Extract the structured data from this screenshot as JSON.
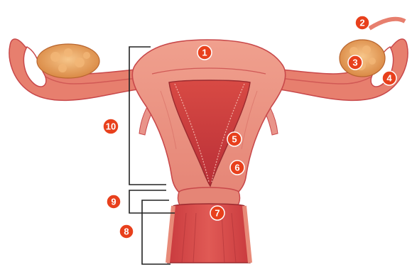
{
  "diagram": {
    "markers": [
      {
        "id": "m1",
        "label": "1"
      },
      {
        "id": "m2",
        "label": "2"
      },
      {
        "id": "m3",
        "label": "3"
      },
      {
        "id": "m4",
        "label": "4"
      },
      {
        "id": "m5",
        "label": "5"
      },
      {
        "id": "m6",
        "label": "6"
      },
      {
        "id": "m7",
        "label": "7"
      },
      {
        "id": "m8",
        "label": "8"
      },
      {
        "id": "m9",
        "label": "9"
      },
      {
        "id": "m10",
        "label": "10"
      }
    ],
    "colors": {
      "badge": "#e8401c",
      "tissue": "#e88a78",
      "tissue_dark": "#c8484a",
      "lumen": "#d9383f",
      "ovary": "#e3a060",
      "bracket": "#222222"
    }
  }
}
